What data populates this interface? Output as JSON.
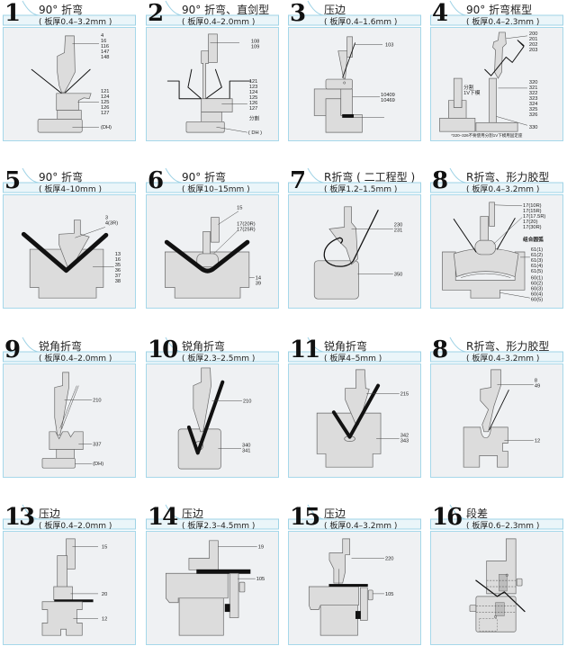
{
  "panels": [
    {
      "number": "1",
      "title": "90°  折弯",
      "subtitle": "( 板厚0.4–3.2mm )",
      "labels": [
        [
          "4",
          "16",
          "116",
          "147",
          "148"
        ],
        [
          "121",
          "124",
          "125",
          "126",
          "127"
        ],
        [
          "(DH)"
        ]
      ]
    },
    {
      "number": "2",
      "title": "90°  折弯、直剑型",
      "subtitle": "( 板厚0.4–2.0mm )",
      "labels": [
        [
          "108",
          "109"
        ],
        [
          "121",
          "123",
          "124",
          "125",
          "126",
          "127"
        ],
        [
          "分割"
        ],
        [
          "( DH )"
        ]
      ]
    },
    {
      "number": "3",
      "title": "压边",
      "subtitle": "( 板厚0.4–1.6mm )",
      "labels": [
        [
          "103"
        ],
        [
          "10409",
          "10469"
        ]
      ]
    },
    {
      "number": "4",
      "title": "90°  折弯框型",
      "subtitle": "( 板厚0.4–2.3mm )",
      "labels": [
        [
          "200",
          "201",
          "202",
          "203"
        ],
        [
          "320",
          "321",
          "322",
          "323",
          "324",
          "325",
          "326"
        ],
        [
          "330"
        ],
        [
          "分割",
          "1V下模"
        ],
        [
          "*320–326不要使用分割1V下模用固定座"
        ]
      ]
    },
    {
      "number": "5",
      "title": "90°  折弯",
      "subtitle": "( 板厚4–10mm )",
      "labels": [
        [
          "3",
          "4(3R)"
        ],
        [
          "13",
          "16",
          "35",
          "36",
          "37",
          "38"
        ]
      ]
    },
    {
      "number": "6",
      "title": "90°  折弯",
      "subtitle": "( 板厚10–15mm )",
      "labels": [
        [
          "15"
        ],
        [
          "17(20R)",
          "17(25R)"
        ],
        [
          "14",
          "39"
        ]
      ]
    },
    {
      "number": "7",
      "title": "R折弯 ( 二工程型 )",
      "subtitle": "( 板厚1.2–1.5mm )",
      "labels": [
        [
          "230",
          "231"
        ],
        [
          "350"
        ]
      ]
    },
    {
      "number": "8",
      "title": "R折弯、形力胶型",
      "subtitle": "( 板厚0.4–3.2mm )",
      "labels": [
        [
          "17(10R)",
          "17(15R)",
          "17(17.5R)",
          "17(20)",
          "17(30R)"
        ],
        [
          "组合圆弧"
        ],
        [
          "61(1)",
          "61(2)",
          "61(3)",
          "61(4)",
          "61(5)"
        ],
        [
          "60(1)",
          "60(2)",
          "60(3)",
          "60(4)",
          "60(5)"
        ]
      ]
    },
    {
      "number": "9",
      "title": "锐角折弯",
      "subtitle": "( 板厚0.4–2.0mm )",
      "labels": [
        [
          "210"
        ],
        [
          "337"
        ],
        [
          "(DH)"
        ]
      ]
    },
    {
      "number": "10",
      "title": "锐角折弯",
      "subtitle": "( 板厚2.3–2.5mm )",
      "labels": [
        [
          "210"
        ],
        [
          "340",
          "341"
        ]
      ]
    },
    {
      "number": "11",
      "title": "锐角折弯",
      "subtitle": "( 板厚4–5mm )",
      "labels": [
        [
          "215"
        ],
        [
          "342",
          "343"
        ]
      ]
    },
    {
      "number": "8",
      "title": "R折弯、形力胶型",
      "subtitle": "( 板厚0.4–3.2mm )",
      "labels": [
        [
          "8",
          "49"
        ],
        [
          "12"
        ]
      ]
    },
    {
      "number": "13",
      "title": "压边",
      "subtitle": "( 板厚0.4–2.0mm )",
      "labels": [
        [
          "15"
        ],
        [
          "20"
        ],
        [
          "12"
        ]
      ]
    },
    {
      "number": "14",
      "title": "压边",
      "subtitle": "( 板厚2.3–4.5mm )",
      "labels": [
        [
          "19"
        ],
        [
          "105"
        ]
      ]
    },
    {
      "number": "15",
      "title": "压边",
      "subtitle": "( 板厚0.4–3.2mm )",
      "labels": [
        [
          "220"
        ],
        [
          "105"
        ]
      ]
    },
    {
      "number": "16",
      "title": "段差",
      "subtitle": "( 板厚0.6–2.3mm )",
      "labels": []
    }
  ],
  "colors": {
    "panel_border": "#a6d8ea",
    "header_fill": "#eaf5f9",
    "tool_fill": "#dcdcdc",
    "sheet": "#111111"
  }
}
